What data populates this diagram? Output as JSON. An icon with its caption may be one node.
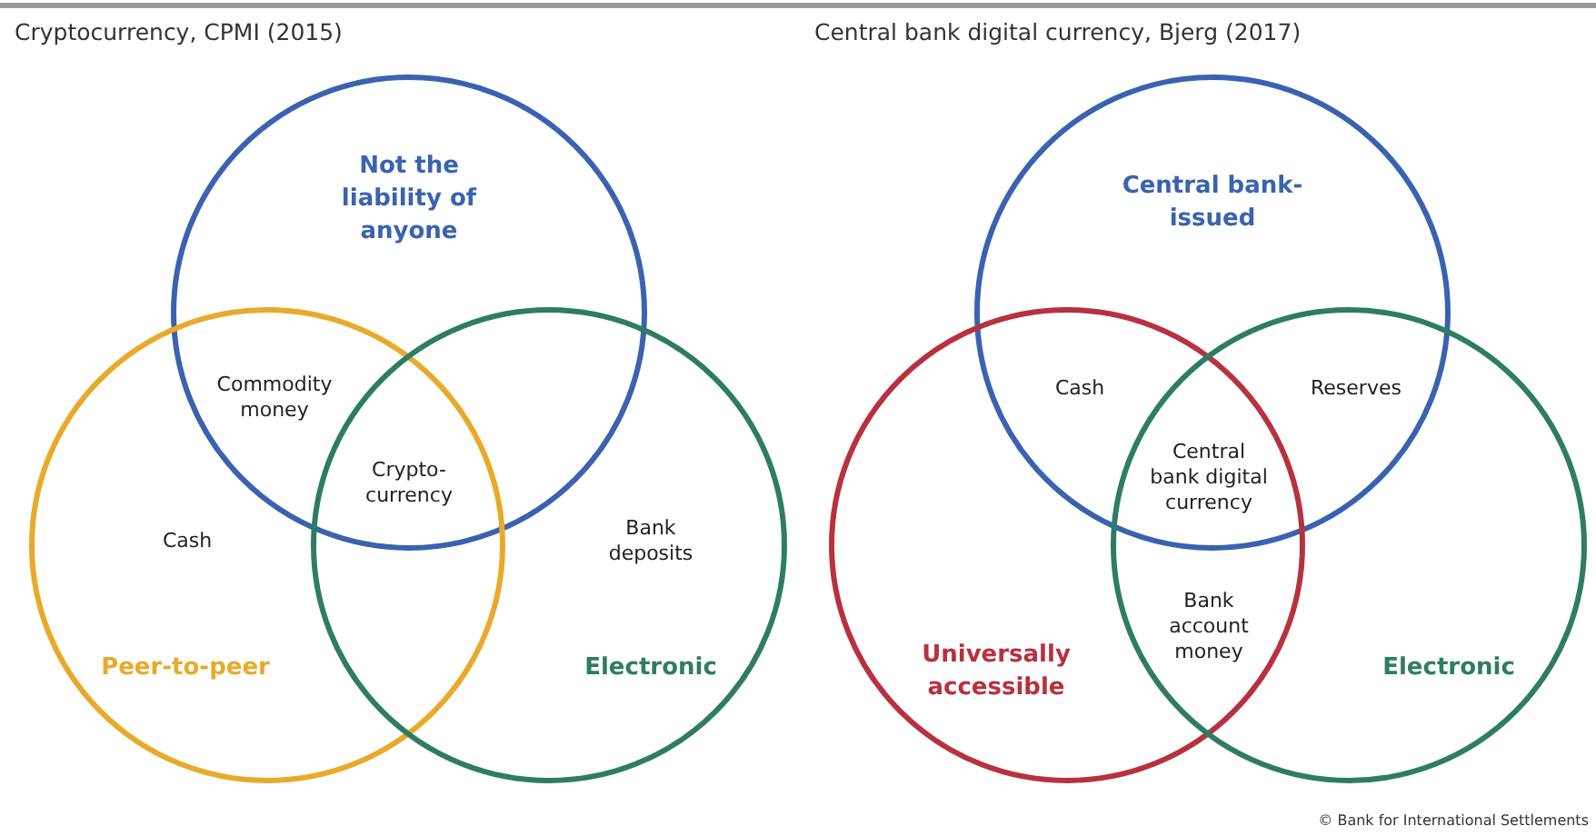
{
  "diagram": {
    "nodes": [
      {
        "text": [
          "Not the liability of anyone"
        ]
      },
      {
        "text": [
          "Peer-to-peer"
        ]
      },
      {
        "text": [
          "Electronic"
        ]
      },
      {
        "text": [
          "Central bank-issued"
        ]
      },
      {
        "text": [
          "Universally accessible"
        ]
      },
      {
        "text": [
          "Electronic"
        ]
      }
    ],
    "labels": [
      "Cryptocurrency, CPMI (2015)",
      "Central bank digital currency, Bjerg (2017)",
      "Commodity money",
      "Crypto-currency",
      "Cash",
      "Bank deposits",
      "Cash",
      "Reserves",
      "Central bank digital currency",
      "Bank account money",
      "© Bank for International Settlements"
    ]
  }
}
